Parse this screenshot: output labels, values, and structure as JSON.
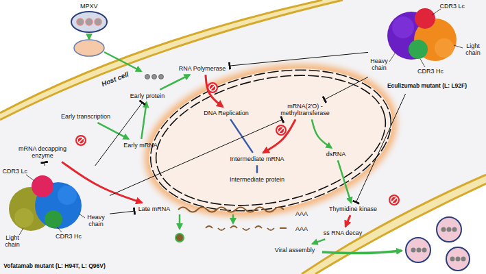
{
  "diagram": {
    "nodes": [
      {
        "text": [
          "Early transcription"
        ]
      },
      {
        "text": [
          "Early mRNA"
        ]
      },
      {
        "text": [
          "Early protein"
        ]
      },
      {
        "text": [
          "RNA Polymerase"
        ]
      },
      {
        "text": [
          "DNA Replication"
        ]
      },
      {
        "text": [
          "mRNA(2'O) -methyltransferase"
        ]
      },
      {
        "text": [
          "Intermediate mRNA"
        ]
      },
      {
        "text": [
          "Intermediate protein"
        ]
      },
      {
        "text": [
          "dsRNA"
        ]
      },
      {
        "text": [
          "Thymidine kinase"
        ]
      },
      {
        "text": [
          "mRNA decapping enzyme"
        ]
      },
      {
        "text": [
          "Late mRNA"
        ]
      },
      {
        "text": [
          "ss RNA decay"
        ]
      },
      {
        "text": [
          "Viral assembly"
        ]
      },
      {
        "text": [
          "Eculizumab mutant (L: L92F)"
        ]
      },
      {
        "text": [
          "Vofatamab mutant (L: H94T, L: Q96V)"
        ]
      }
    ],
    "edges": [
      {
        "from": 0,
        "to": 1,
        "arrow": "to"
      },
      {
        "from": 1,
        "to": 2,
        "arrow": "to"
      },
      {
        "from": 2,
        "to": 3,
        "arrow": "to"
      },
      {
        "from": 3,
        "to": 4,
        "arrow": "to"
      },
      {
        "from": 4,
        "to": 6,
        "arrow": "none"
      },
      {
        "from": 6,
        "to": 7,
        "arrow": "none"
      },
      {
        "from": 5,
        "to": 6,
        "arrow": "to"
      },
      {
        "from": 5,
        "to": 8,
        "arrow": "to"
      },
      {
        "from": 8,
        "to": 9,
        "arrow": "to"
      },
      {
        "from": 10,
        "to": 11,
        "arrow": "to"
      },
      {
        "from": 9,
        "to": 12,
        "arrow": "to"
      },
      {
        "from": 12,
        "to": 13,
        "arrow": "to"
      },
      {
        "from": 14,
        "to": 3,
        "arrow": "to"
      },
      {
        "from": 14,
        "to": 5,
        "arrow": "to"
      },
      {
        "from": 14,
        "to": 9,
        "arrow": "to"
      },
      {
        "from": 15,
        "to": 2,
        "arrow": "to"
      },
      {
        "from": 15,
        "to": 5,
        "arrow": "to"
      },
      {
        "from": 15,
        "to": 10,
        "arrow": "to"
      },
      {
        "from": 15,
        "to": 11,
        "arrow": "to"
      }
    ],
    "labels": [
      "MPXV",
      "Host cell",
      "AAA",
      "AAA",
      "CDR3 Lc",
      "Heavy chain",
      "CDR3 Hc",
      "Light chain",
      "CDR3 Lc",
      "Light chain",
      "CDR3 Hc",
      "Heavy chain"
    ]
  }
}
